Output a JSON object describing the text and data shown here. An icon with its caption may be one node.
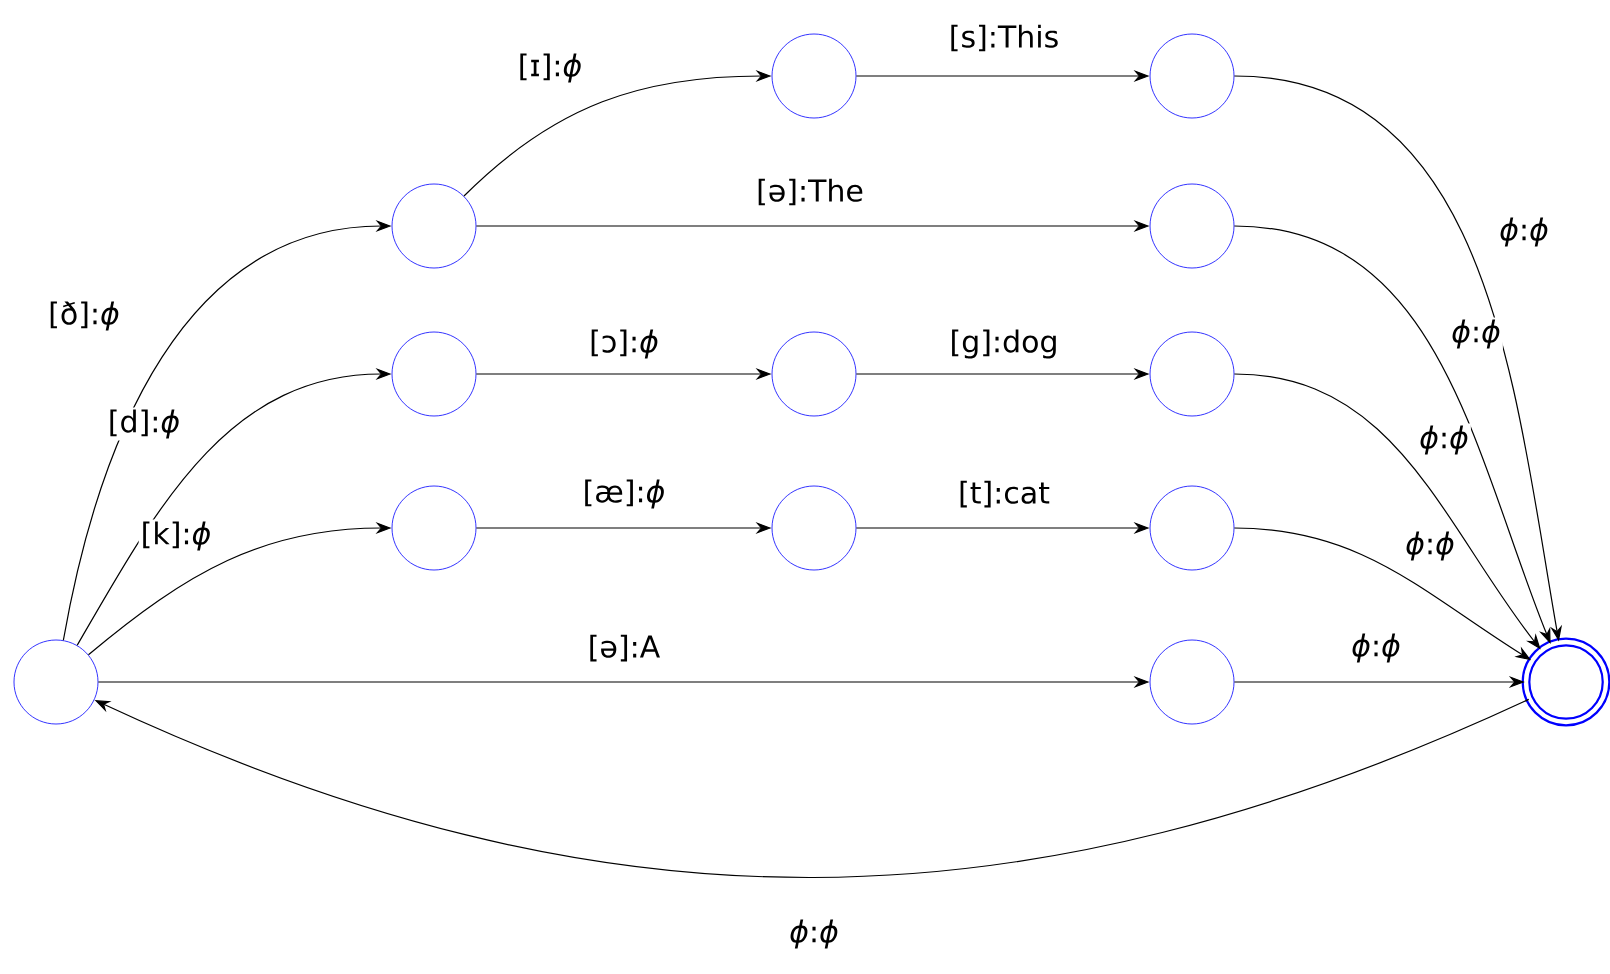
{
  "diagram": {
    "nodes": [
      {
        "text": [],
        "shape": "circle"
      },
      {
        "text": [],
        "shape": "circle"
      },
      {
        "text": [],
        "shape": "circle"
      },
      {
        "text": [],
        "shape": "circle"
      },
      {
        "text": [],
        "shape": "circle"
      },
      {
        "text": [],
        "shape": "circle"
      },
      {
        "text": [],
        "shape": "circle"
      },
      {
        "text": [],
        "shape": "circle"
      },
      {
        "text": [],
        "shape": "circle"
      },
      {
        "text": [],
        "shape": "circle"
      },
      {
        "text": [],
        "shape": "circle"
      },
      {
        "text": [],
        "shape": "circle"
      },
      {
        "text": [],
        "shape": "doublecircle"
      }
    ],
    "edges": [
      {
        "from": 0,
        "to": 1,
        "arrow": "to",
        "label": "[ð]:*ϕ*"
      },
      {
        "from": 1,
        "to": 2,
        "arrow": "to",
        "label": "[ɪ]:*ϕ*"
      },
      {
        "from": 2,
        "to": 3,
        "arrow": "to",
        "label": "[s]:This"
      },
      {
        "from": 1,
        "to": 4,
        "arrow": "to",
        "label": "[ə]:The"
      },
      {
        "from": 0,
        "to": 5,
        "arrow": "to",
        "label": "[d]:*ϕ*"
      },
      {
        "from": 5,
        "to": 6,
        "arrow": "to",
        "label": "[ɔ]:*ϕ*"
      },
      {
        "from": 6,
        "to": 7,
        "arrow": "to",
        "label": "[g]:dog"
      },
      {
        "from": 0,
        "to": 8,
        "arrow": "to",
        "label": "[k]:*ϕ*"
      },
      {
        "from": 8,
        "to": 9,
        "arrow": "to",
        "label": "[æ]:*ϕ*"
      },
      {
        "from": 9,
        "to": 10,
        "arrow": "to",
        "label": "[t]:cat"
      },
      {
        "from": 0,
        "to": 11,
        "arrow": "to",
        "label": "[ə]:A"
      },
      {
        "from": 3,
        "to": 12,
        "arrow": "to",
        "label": "*ϕ*:*ϕ*"
      },
      {
        "from": 4,
        "to": 12,
        "arrow": "to",
        "label": "*ϕ*:*ϕ*"
      },
      {
        "from": 7,
        "to": 12,
        "arrow": "to",
        "label": "*ϕ*:*ϕ*"
      },
      {
        "from": 10,
        "to": 12,
        "arrow": "to",
        "label": "*ϕ*:*ϕ*"
      },
      {
        "from": 11,
        "to": 12,
        "arrow": "to",
        "label": "*ϕ*:*ϕ*"
      },
      {
        "from": 12,
        "to": 0,
        "arrow": "to",
        "label": "*ϕ*:*ϕ*"
      }
    ]
  }
}
